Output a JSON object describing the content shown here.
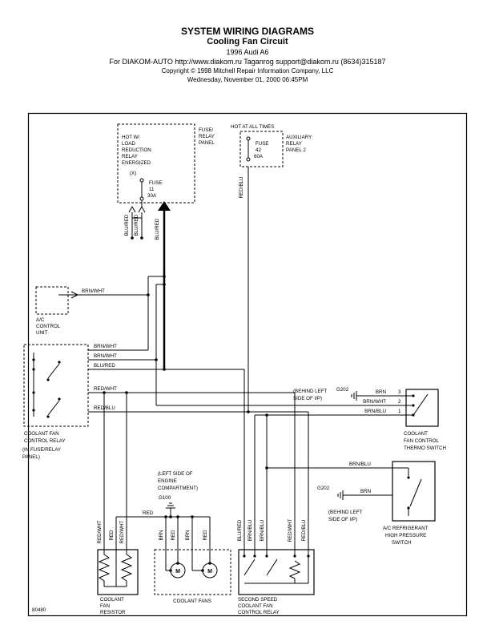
{
  "header": {
    "title": "SYSTEM WIRING DIAGRAMS",
    "subtitle": "Cooling Fan Circuit",
    "vehicle": "1996 Audi A6",
    "distributor": "For DIAKOM-AUTO http://www.diakom.ru Taganrog support@diakom.ru (8634)315187",
    "copyright": "Copyright © 1998 Mitchell Repair Information Company, LLC",
    "printed": "Wednesday, November 01, 2000  06:45PM"
  },
  "diagram": {
    "page_number": "80480",
    "power_left": {
      "line1": "HOT W/",
      "line2": "LOAD",
      "line3": "REDUCTION",
      "line4": "RELAY",
      "line5": "ENERGIZED",
      "x_mark": "(X)",
      "fuse": "FUSE",
      "fuse_num": "11",
      "fuse_amp": "30A",
      "panel1": "FUSE/",
      "panel2": "RELAY",
      "panel3": "PANEL"
    },
    "power_right": {
      "hot": "HOT AT ALL TIMES",
      "fuse": "FUSE",
      "fuse_num": "42",
      "fuse_amp": "60A",
      "panel1": "AUXILIARY",
      "panel2": "RELAY",
      "panel3": "PANEL 2"
    },
    "ac_control_unit": {
      "line1": "A/C",
      "line2": "CONTROL",
      "line3": "UNIT"
    },
    "fan_relay": {
      "line1": "COOLANT FAN",
      "line2": "CONTROL RELAY",
      "line3": "(IN FUSE/RELAY",
      "line4": "PANEL)"
    },
    "thermo_switch": {
      "line1": "COOLANT",
      "line2": "FAN CONTROL",
      "line3": "THERMO SWITCH"
    },
    "hp_switch": {
      "line1": "A/C REFRIGERANT",
      "line2": "HIGH PRESSURE",
      "line3": "SWITCH"
    },
    "resistor": {
      "line1": "COOLANT",
      "line2": "FAN",
      "line3": "RESISTOR"
    },
    "fans": {
      "label": "COOLANT FANS",
      "motor": "M"
    },
    "second_relay": {
      "line1": "SECOND SPEED",
      "line2": "COOLANT FAN",
      "line3": "CONTROL RELAY"
    },
    "grounds": {
      "g202": "G202",
      "g100": "G100",
      "behind1": "(BEHIND LEFT",
      "behind2": "SIDE OF I/P)",
      "engine1": "(LEFT SIDE OF",
      "engine2": "ENGINE",
      "engine3": "COMPARTMENT)"
    },
    "wires": {
      "blu_red": "BLU/RED",
      "red_blu": "RED/BLU",
      "brn_wht": "BRN/WHT",
      "red_wht": "RED/WHT",
      "brn_blu": "BRN/BLU",
      "brn": "BRN",
      "red": "RED",
      "pin3": "3",
      "pin2": "2",
      "pin1": "1"
    }
  }
}
